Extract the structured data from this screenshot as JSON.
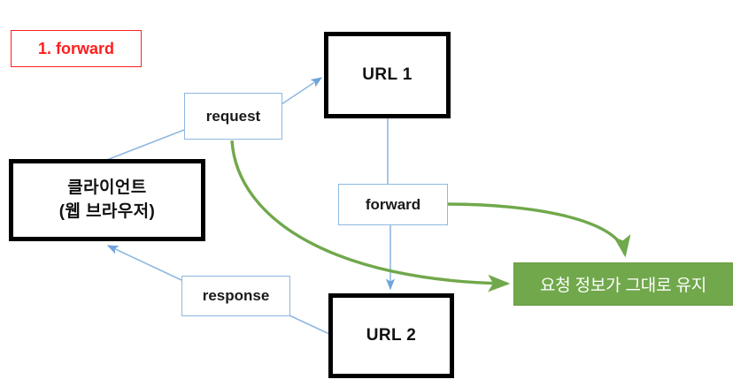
{
  "diagram": {
    "title_label": "1. forward",
    "nodes": {
      "client": {
        "line1": "클라이언트",
        "line2": "(웹 브라우저)"
      },
      "url1": {
        "label": "URL 1"
      },
      "url2": {
        "label": "URL 2"
      },
      "request": {
        "label": "request"
      },
      "response": {
        "label": "response"
      },
      "forward": {
        "label": "forward"
      },
      "result": {
        "label": "요청 정보가 그대로 유지"
      }
    },
    "colors": {
      "accent_red": "#FF1D1D",
      "edge_blue": "#8FB8E0",
      "edge_green": "#70A84B",
      "node_green_fill": "#70A84B",
      "node_black_border": "#000000",
      "node_text": "#111111",
      "green_text": "#FFFFFF"
    },
    "edges": [
      {
        "from": "client",
        "to": "url1",
        "via": "request",
        "color": "#8FB8E0",
        "style": "straight"
      },
      {
        "from": "url1",
        "to": "forward",
        "color": "#8FB8E0",
        "style": "orthogonal"
      },
      {
        "from": "forward",
        "to": "url2",
        "color": "#8FB8E0",
        "style": "straight"
      },
      {
        "from": "url2",
        "to": "client",
        "via": "response",
        "color": "#8FB8E0",
        "style": "straight"
      },
      {
        "from": "request",
        "to": "result",
        "color": "#70A84B",
        "style": "curved"
      },
      {
        "from": "forward",
        "to": "result",
        "color": "#70A84B",
        "style": "curved"
      }
    ]
  }
}
